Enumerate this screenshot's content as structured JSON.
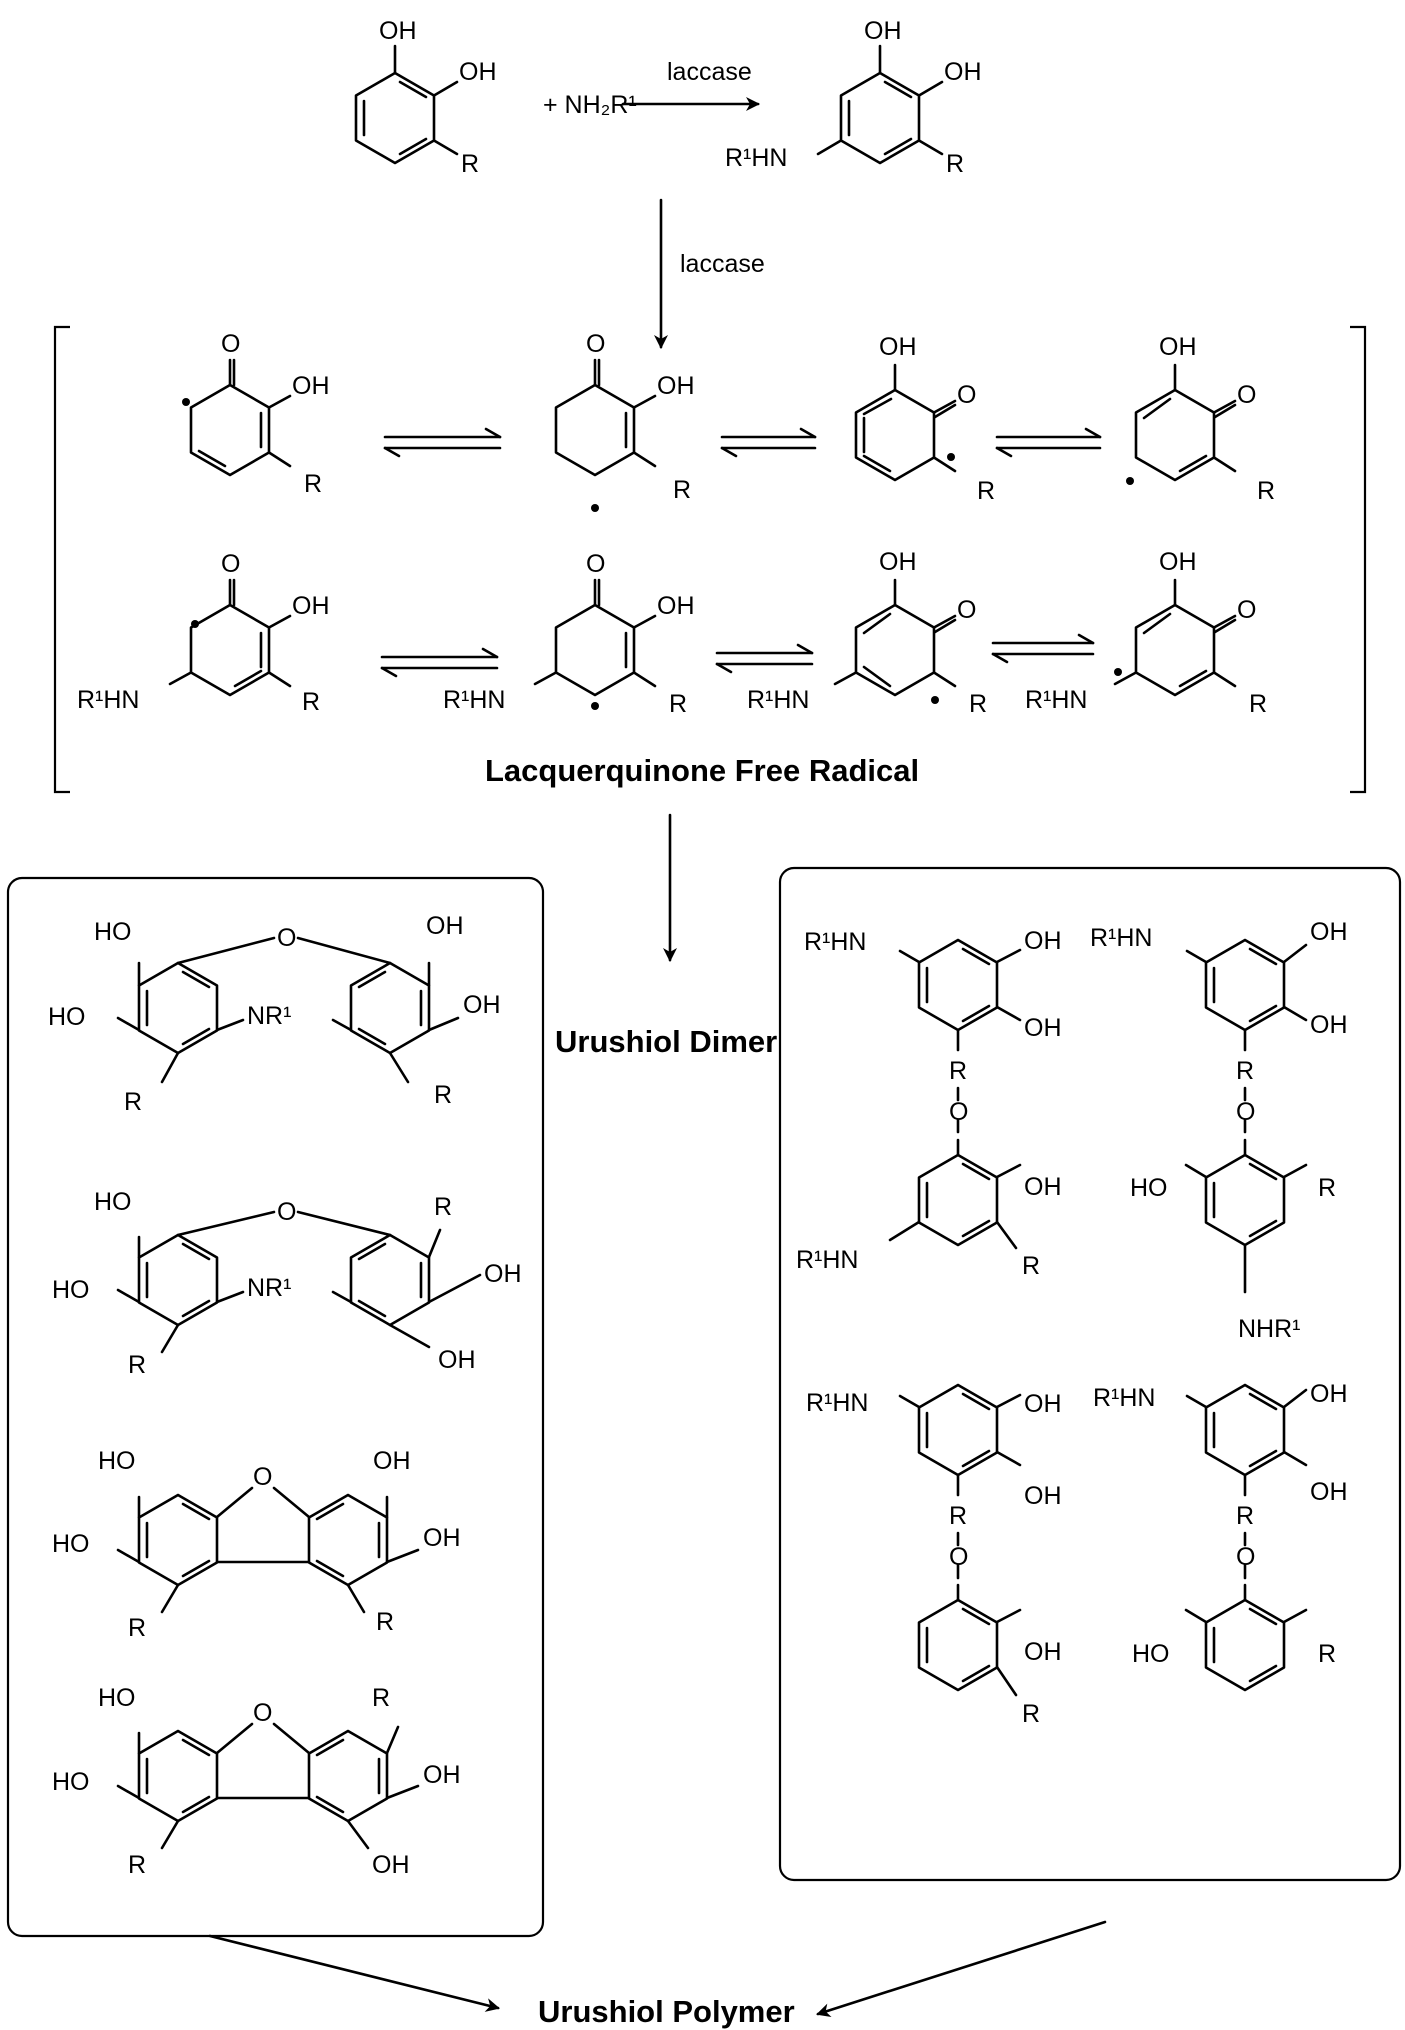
{
  "labels": {
    "oh": "OH",
    "ho": "HO",
    "o": "O",
    "r": "R",
    "r1hn": "R¹HN",
    "nhr1": "NHR¹",
    "nr1": "NR¹",
    "plus_amine": "+ NH₂R¹",
    "nr": "NR",
    "one": "1"
  },
  "reagents": {
    "laccase_top": "laccase",
    "laccase_down": "laccase"
  },
  "titles": {
    "radical": "Lacquerquinone Free Radical",
    "dimer": "Urushiol Dimer",
    "polymer": "Urushiol Polymer"
  },
  "colors": {
    "ink": "#000000",
    "background": "#ffffff"
  }
}
